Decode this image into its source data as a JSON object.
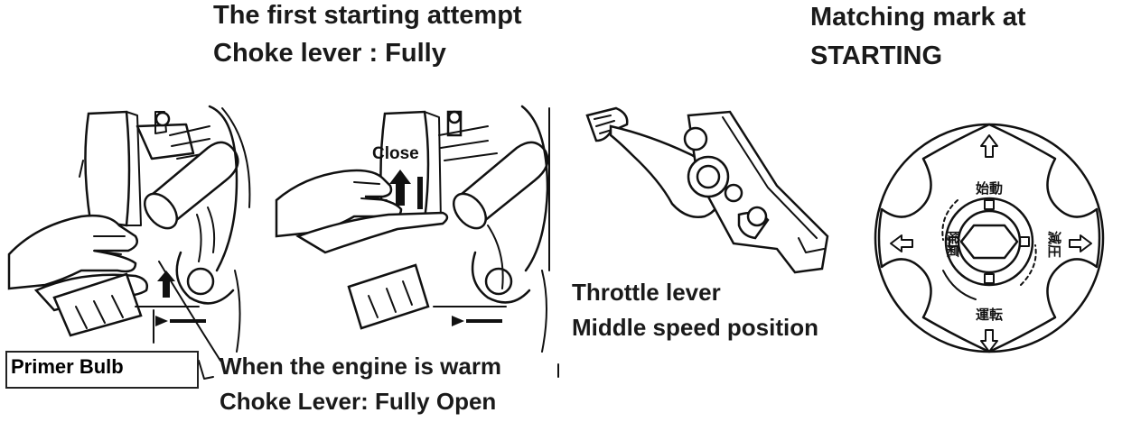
{
  "captions": {
    "first_attempt_line1": "The first starting attempt",
    "first_attempt_line2": "Choke lever : Fully",
    "matching_line1": "Matching mark at",
    "matching_line2": "STARTING",
    "throttle_line1": "Throttle lever",
    "throttle_line2": "Middle speed position",
    "warm_line1": "When the engine is warm",
    "warm_line2": "Choke Lever: Fully Open",
    "primer_bulb": "Primer Bulb"
  },
  "figure_labels": {
    "close": "Close",
    "dial_top": "始動",
    "dial_right": "減圧",
    "dial_bottom": "運転",
    "dial_left": "除氣"
  },
  "colors": {
    "ink": "#111111",
    "caption_text": "#1a1a1a",
    "background": "#ffffff"
  }
}
